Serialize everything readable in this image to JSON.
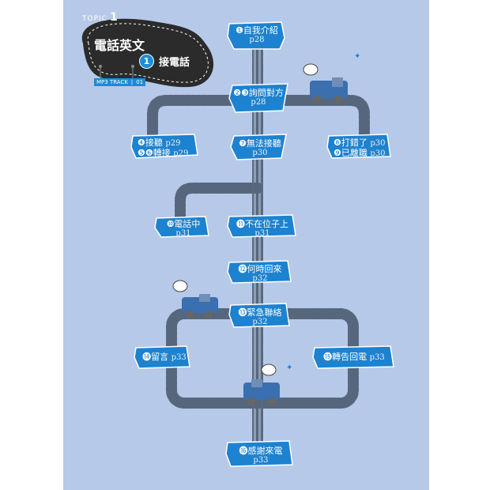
{
  "header": {
    "topic_label": "TOPIC",
    "topic_number": "1",
    "title": "電話英文",
    "sub_number": "1",
    "sub_title": "接電話",
    "track": "MP3 TRACK ❘ 01"
  },
  "nodes": {
    "n1": {
      "label": "❶自我介紹",
      "page": "p28"
    },
    "n2": {
      "label": "❷❸詢問對方",
      "page": "p28"
    },
    "n4": {
      "label": "❹接聽",
      "page": "p29"
    },
    "n5": {
      "label": "❺❻轉接",
      "page": "p29"
    },
    "n7": {
      "label": "❼無法接聽",
      "page": "p30"
    },
    "n8": {
      "label": "❽打錯了",
      "page": "p30"
    },
    "n9": {
      "label": "❾已離職",
      "page": "p30"
    },
    "n10": {
      "label": "❿電話中",
      "page": "p31"
    },
    "n11": {
      "label": "⓫不在位子上",
      "page": "p31"
    },
    "n12": {
      "label": "⓬何時回來",
      "page": "p32"
    },
    "n13": {
      "label": "⓭緊急聯絡",
      "page": "p32"
    },
    "n14": {
      "label": "⓮留言",
      "page": "p33"
    },
    "n15": {
      "label": "⓯轉告回電",
      "page": "p33"
    },
    "n16": {
      "label": "⓰感謝來電",
      "page": "p33"
    }
  },
  "colors": {
    "background": "#b7c9e8",
    "node_fill": "#1d82cf",
    "banner": "#2b2b2b",
    "rail": "#6e7f95",
    "tie": "#56677d"
  }
}
